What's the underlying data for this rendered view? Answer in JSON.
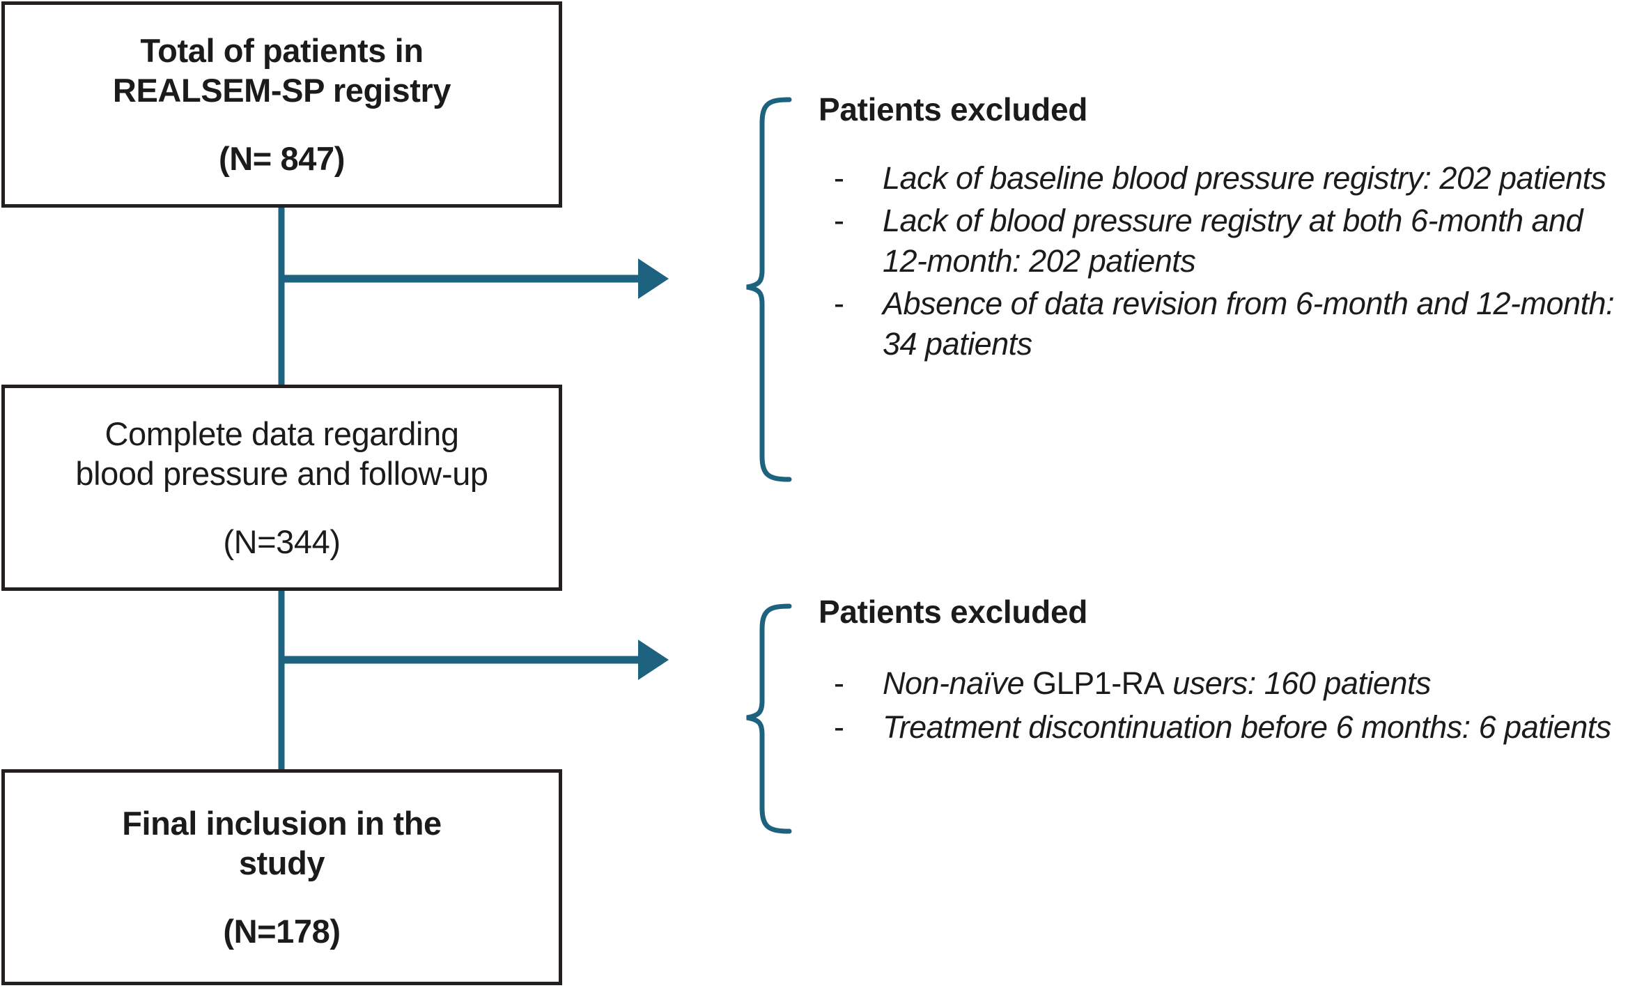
{
  "colors": {
    "box_border": "#231f20",
    "connector": "#1d627f",
    "text": "#1b1b1b",
    "background": "#ffffff"
  },
  "boxes": [
    {
      "id": "registry",
      "title": "Total of patients in\nREALSEM-SP registry",
      "count": "(N= 847)",
      "weight": "bold"
    },
    {
      "id": "complete",
      "title": "Complete data regarding\nblood pressure and follow-up",
      "count": "(N=344)",
      "weight": "regular"
    },
    {
      "id": "final",
      "title": "Final inclusion in the\nstudy",
      "count": "(N=178)",
      "weight": "bold"
    }
  ],
  "exclusions": [
    {
      "id": "exclusion-one",
      "heading": "Patients excluded",
      "items": [
        {
          "dash": "-",
          "text": "Lack of baseline blood pressure registry: 202 patients"
        },
        {
          "dash": "-",
          "text": "Lack of blood pressure registry at both 6-month and 12-month:  202 patients"
        },
        {
          "dash": "-",
          "text": "Absence of data revision from 6-month and 12-month: 34 patients"
        }
      ]
    },
    {
      "id": "exclusion-two",
      "heading": "Patients excluded",
      "items": [
        {
          "dash": "-",
          "text_before": "Non-naïve ",
          "text_upright": "GLP1-RA",
          "text_after": " users: 160 patients"
        },
        {
          "dash": "-",
          "text": "Treatment discontinuation before 6 months: 6 patients"
        }
      ]
    }
  ]
}
